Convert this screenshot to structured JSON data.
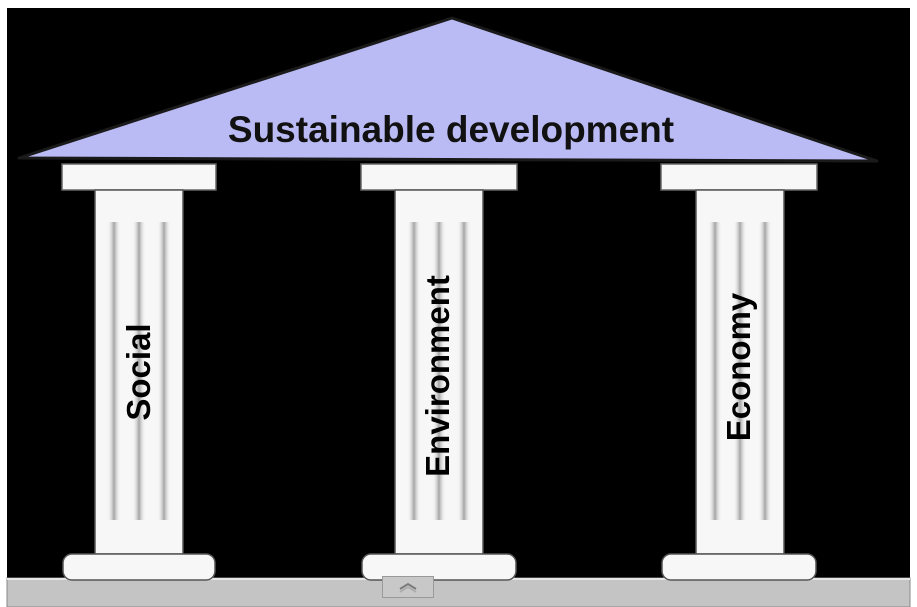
{
  "diagram": {
    "roof": {
      "label": "Sustainable development"
    },
    "pillars": [
      {
        "label": "Social"
      },
      {
        "label": "Environment"
      },
      {
        "label": "Economy"
      }
    ]
  },
  "colors": {
    "background": "#000000",
    "roof_fill": "#babaf4",
    "pillar_fill": "#f7f7f7",
    "base_fill": "#c4c4c4"
  },
  "controls": {
    "collapse_icon": "chevron-up-icon"
  }
}
